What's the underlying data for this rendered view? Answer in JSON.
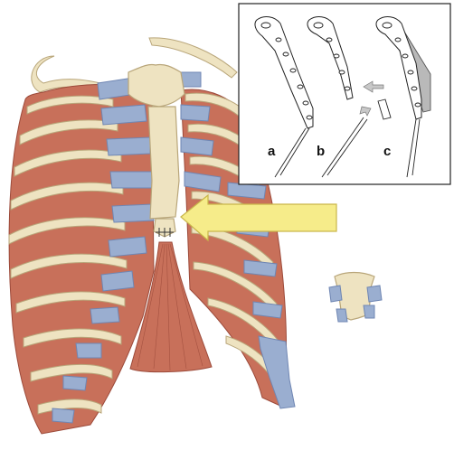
{
  "figure": {
    "inset_panel_labels": [
      "a",
      "b",
      "c"
    ]
  },
  "colors": {
    "muscle": "#c8705a",
    "muscle_dark": "#9c4a3a",
    "bone": "#eee3c1",
    "bone_outline": "#b9a67a",
    "cartilage": "#9aaed0",
    "cartilage_dark": "#6f86b3",
    "arrow_fill": "#f6ec8a",
    "arrow_stroke": "#c9b64a",
    "inset_border": "#222222",
    "plate_fill": "#b9b9b9"
  }
}
